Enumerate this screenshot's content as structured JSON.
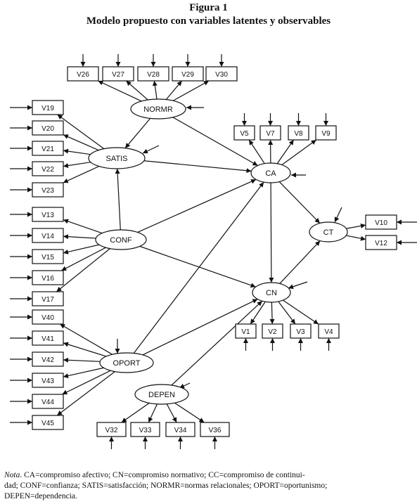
{
  "figure": {
    "number": "Figura 1",
    "title": "Modelo propuesto con variables latentes y observables"
  },
  "latent": {
    "NORMR": "NORMR",
    "SATIS": "SATIS",
    "CONF": "CONF",
    "OPORT": "OPORT",
    "DEPEN": "DEPEN",
    "CA": "CA",
    "CN": "CN",
    "CT": "CT"
  },
  "observed": {
    "V26": "V26",
    "V27": "V27",
    "V28": "V28",
    "V29": "V29",
    "V30": "V30",
    "V19": "V19",
    "V20": "V20",
    "V21": "V21",
    "V22": "V22",
    "V23": "V23",
    "V13": "V13",
    "V14": "V14",
    "V15": "V15",
    "V16": "V16",
    "V17": "V17",
    "V40": "V40",
    "V41": "V41",
    "V42": "V42",
    "V43": "V43",
    "V44": "V44",
    "V45": "V45",
    "V5": "V5",
    "V7": "V7",
    "V8": "V8",
    "V9": "V9",
    "V10": "V10",
    "V12": "V12",
    "V1": "V1",
    "V2": "V2",
    "V3": "V3",
    "V4": "V4",
    "V32": "V32",
    "V33": "V33",
    "V34": "V34",
    "V36": "V36"
  },
  "note": {
    "label": "Nota",
    "line1": ". CA=compromiso afectivo; CN=compromiso normativo; CC=compromiso de continui-",
    "line2": "dad;  CONF=confianza; SATIS=satisfacción; NORMR=normas relacionales; OPORT=oportunismo;",
    "line3": "DEPEN=dependencia."
  }
}
